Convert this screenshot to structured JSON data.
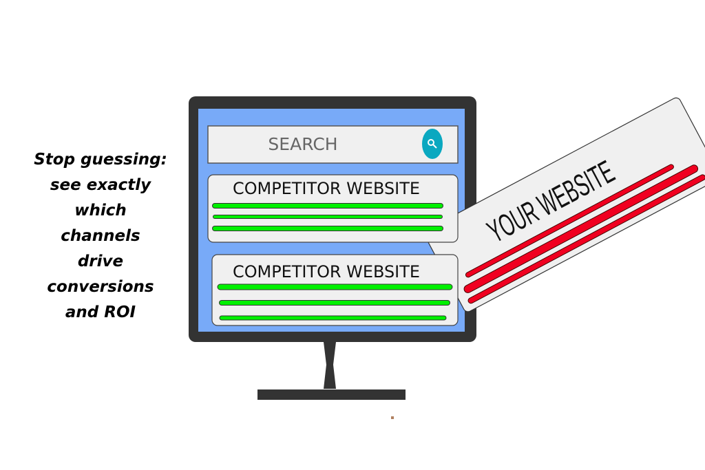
{
  "tagline": [
    "Stop guessing:",
    "see exactly",
    "which",
    "channels",
    "drive",
    "conversions",
    "and ROI"
  ],
  "search": {
    "label": "SEARCH",
    "icon": "search-icon"
  },
  "results": [
    {
      "title": "COMPETITOR WEBSITE"
    },
    {
      "title": "COMPETITOR WEBSITE"
    }
  ],
  "your_site": {
    "title": "YOUR WEBSITE"
  },
  "colors": {
    "frame": "#333333",
    "screen": "#78aaf8",
    "card": "#f0f0f0",
    "green": "#00f000",
    "red": "#f00020",
    "teal": "#0aa8c0"
  }
}
